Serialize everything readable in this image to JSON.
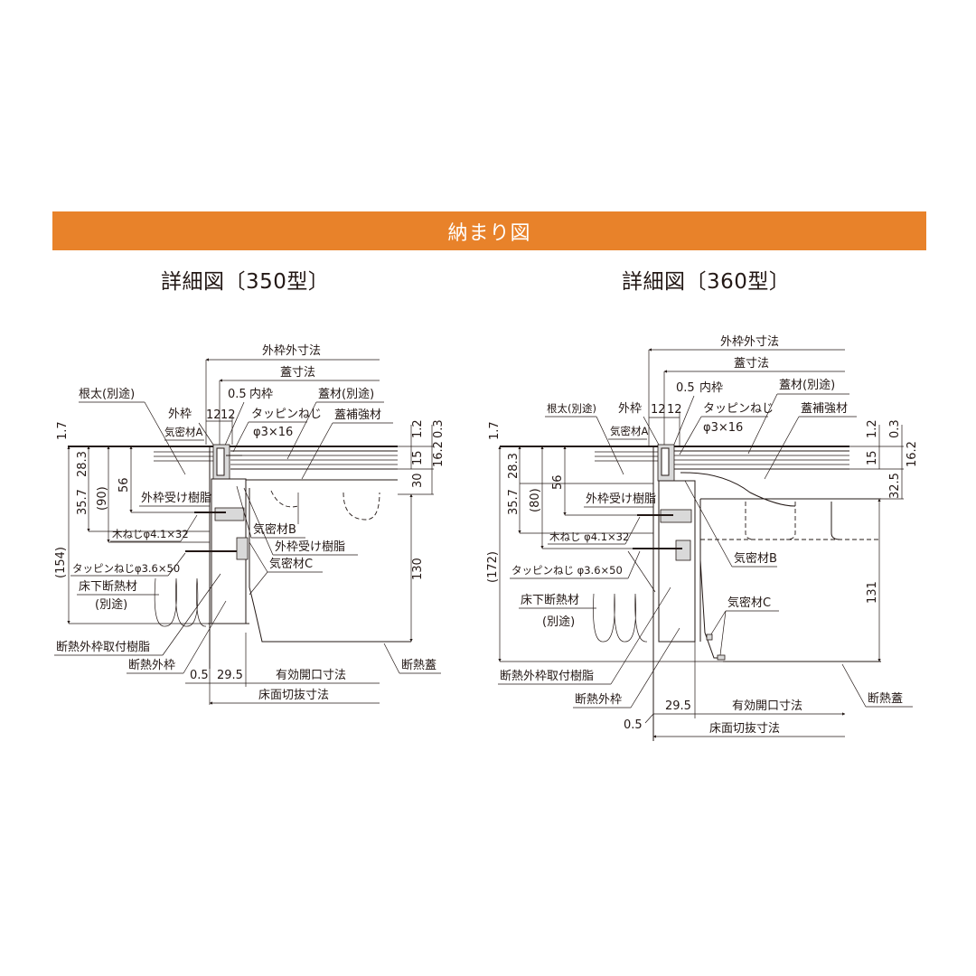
{
  "banner": {
    "title": "納まり図",
    "color": "#e8822a"
  },
  "diagrams": [
    {
      "title": "詳細図〔350型〕",
      "labels": {
        "outer_frame_outer_dim": "外枠外寸法",
        "lid_dim": "蓋寸法",
        "neda": "根太(別途)",
        "outer_frame": "外枠",
        "inner_frame": "内枠",
        "airtight_a": "気密材A",
        "tapping_screw_small": "タッピンねじ",
        "tapping_screw_small_size": "φ3×16",
        "lid_material": "蓋材(別途)",
        "lid_reinforcement": "蓋補強材",
        "outer_frame_resin": "外枠受け樹脂",
        "wood_screw": "木ねじφ4.1×32",
        "tapping_screw_large": "タッピンねじφ3.6×50",
        "underfloor_insulation": "床下断熱材",
        "underfloor_insulation_note": "(別途)",
        "airtight_b": "気密材B",
        "outer_frame_resin_2": "外枠受け樹脂",
        "airtight_c": "気密材C",
        "insulated_frame_resin": "断熱外枠取付樹脂",
        "insulated_outer_frame": "断熱外枠",
        "insulated_lid": "断熱蓋",
        "effective_opening": "有効開口寸法",
        "floor_cutout": "床面切抜寸法"
      },
      "dims": {
        "top_gap": "0.5",
        "frame_a": "12",
        "frame_b": "12",
        "left_1_7": "1.7",
        "left_28_3": "28.3",
        "left_35_7": "35.7",
        "left_90": "(90)",
        "left_56": "56",
        "left_154": "(154)",
        "right_1_2": "1.2",
        "right_0_3": "0.3",
        "right_15": "15",
        "right_16_2": "16.2",
        "right_mid": "30",
        "right_depth": "130",
        "bottom_0_5": "0.5",
        "bottom_29_5": "29.5"
      }
    },
    {
      "title": "詳細図〔360型〕",
      "labels": {
        "outer_frame_outer_dim": "外枠外寸法",
        "lid_dim": "蓋寸法",
        "neda": "根太(別途)",
        "outer_frame": "外枠",
        "inner_frame": "内枠",
        "airtight_a": "気密材A",
        "tapping_screw_small": "タッピンねじ",
        "tapping_screw_small_size": "φ3×16",
        "lid_material": "蓋材(別途)",
        "lid_reinforcement": "蓋補強材",
        "outer_frame_resin": "外枠受け樹脂",
        "wood_screw": "木ねじ φ4.1×32",
        "tapping_screw_large": "タッピンねじ φ3.6×50",
        "underfloor_insulation": "床下断熱材",
        "underfloor_insulation_note": "(別途)",
        "airtight_b": "気密材B",
        "airtight_c": "気密材C",
        "insulated_frame_resin": "断熱外枠取付樹脂",
        "insulated_outer_frame": "断熱外枠",
        "insulated_lid": "断熱蓋",
        "effective_opening": "有効開口寸法",
        "floor_cutout": "床面切抜寸法"
      },
      "dims": {
        "top_gap": "0.5",
        "frame_a": "12",
        "frame_b": "12",
        "left_1_7": "1.7",
        "left_28_3": "28.3",
        "left_35_7": "35.7",
        "left_80": "(80)",
        "left_56": "56",
        "left_172": "(172)",
        "right_1_2": "1.2",
        "right_0_3": "0.3",
        "right_15": "15",
        "right_16_2": "16.2",
        "right_mid": "32.5",
        "right_depth": "131",
        "bottom_0_5": "0.5",
        "bottom_29_5": "29.5"
      }
    }
  ]
}
